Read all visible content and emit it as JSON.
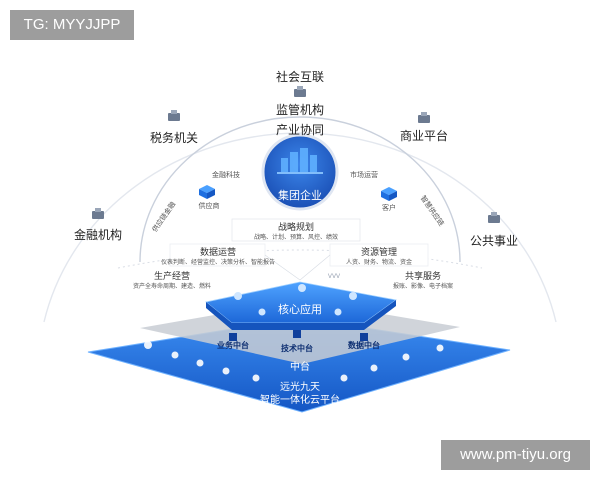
{
  "watermarks": {
    "left": "TG: MYYJJPP",
    "right": "www.pm-tiyu.org"
  },
  "outer": {
    "top": "社会互联",
    "supervision": "监管机构",
    "tax": "税务机关",
    "commerce": "商业平台",
    "finance": "金融机构",
    "public": "公共事业"
  },
  "inner_ring": {
    "title": "产业协同",
    "fintech": "金融科技",
    "supplier": "供应商",
    "supply_finance": "供应链金融",
    "market_ops": "市场运营",
    "customer": "客户",
    "smart_supply": "智慧供应链"
  },
  "core": {
    "label": "集团企业"
  },
  "middle": {
    "strategy": {
      "title": "战略规划",
      "sub": "战略、计划、预算、风控、绩效"
    },
    "data_ops": {
      "title": "数据运营",
      "sub": "仪表判断、经营监控、决策分析、智能报告"
    },
    "resource": {
      "title": "资源管理",
      "sub": "人资、财务、物流、资金"
    },
    "production": {
      "title": "生产经营",
      "sub": "资产全寿命周期、建造、燃料"
    },
    "shared": {
      "title": "共享服务",
      "sub": "报账、影像、电子档案"
    },
    "vvv": "VVV"
  },
  "platform": {
    "core_apps": "核心应用",
    "business_hub": "业务中台",
    "tech_hub": "技术中台",
    "data_hub": "数据中台",
    "middle": "中台",
    "name_line1": "远光九天",
    "name_line2": "智能一体化云平台"
  },
  "colors": {
    "primary": "#1e6fe0",
    "light_blue": "#4aa0ff",
    "arc": "#d7dce4",
    "core_circle": "#1f5fc8",
    "text": "#333333"
  }
}
